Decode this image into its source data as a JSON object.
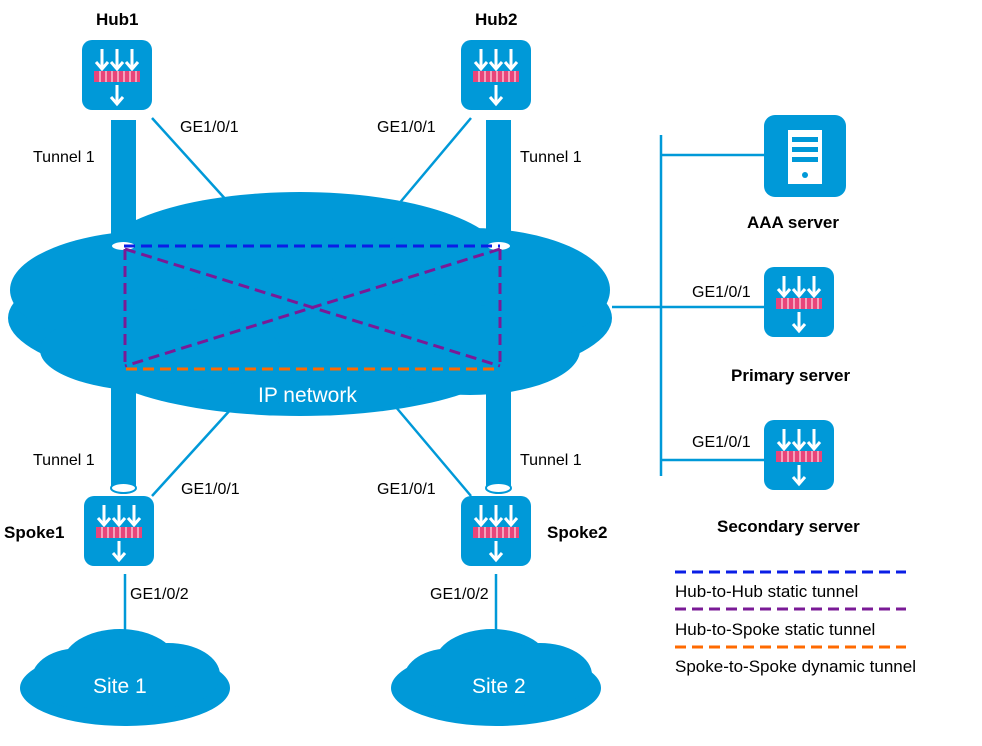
{
  "colors": {
    "cloud": "#0099d8",
    "device": "#0099d8",
    "bar_red": "#e8457a",
    "hub_hub": "#0a1ee6",
    "hub_spoke": "#7a1a96",
    "spoke_spoke": "#ff6a00",
    "line": "#0099d8"
  },
  "devices": {
    "hub1": {
      "name": "Hub1",
      "icon": "router-icon"
    },
    "hub2": {
      "name": "Hub2",
      "icon": "router-icon"
    },
    "spoke1": {
      "name": "Spoke1",
      "icon": "router-icon"
    },
    "spoke2": {
      "name": "Spoke2",
      "icon": "router-icon"
    },
    "aaa": {
      "name": "AAA server",
      "icon": "server-icon"
    },
    "primary": {
      "name": "Primary server",
      "icon": "router-icon"
    },
    "secondary": {
      "name": "Secondary server",
      "icon": "router-icon"
    }
  },
  "interfaces": {
    "hub1_ge": "GE1/0/1",
    "hub2_ge": "GE1/0/1",
    "spoke1_ge1": "GE1/0/1",
    "spoke1_ge2": "GE1/0/2",
    "spoke2_ge1": "GE1/0/1",
    "spoke2_ge2": "GE1/0/2",
    "primary_ge": "GE1/0/1",
    "secondary_ge": "GE1/0/1"
  },
  "tunnels": {
    "hub1": "Tunnel 1",
    "hub2": "Tunnel 1",
    "spoke1": "Tunnel 1",
    "spoke2": "Tunnel 1"
  },
  "clouds": {
    "ip_network": "IP network",
    "site1": "Site 1",
    "site2": "Site 2"
  },
  "legend": [
    {
      "label": "Hub-to-Hub static tunnel",
      "color": "#0a1ee6"
    },
    {
      "label": "Hub-to-Spoke static tunnel",
      "color": "#7a1a96"
    },
    {
      "label": "Spoke-to-Spoke dynamic tunnel",
      "color": "#ff6a00"
    }
  ]
}
